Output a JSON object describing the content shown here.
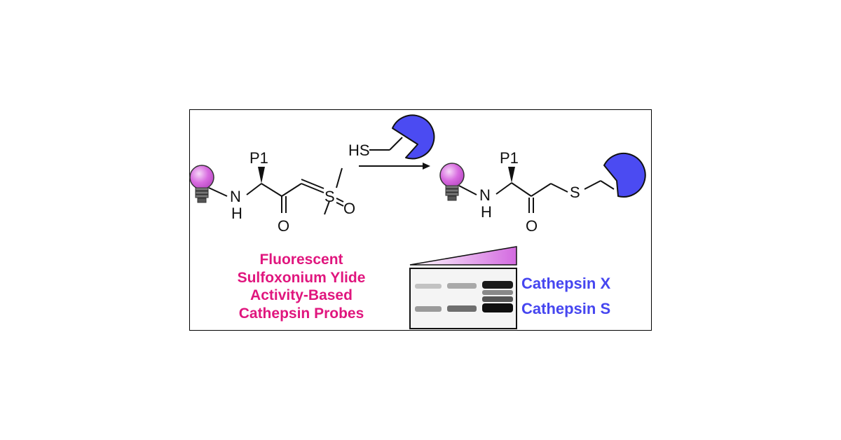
{
  "reactant": {
    "r_group": "P1",
    "amine_n": "N",
    "amine_h": "H",
    "carbonyl_o": "O",
    "sulfur": "S",
    "sulfoxide_o": "O"
  },
  "reagent": {
    "thiol": "HS"
  },
  "product": {
    "r_group": "P1",
    "amine_n": "N",
    "amine_h": "H",
    "carbonyl_o": "O",
    "thioether_s": "S"
  },
  "caption": {
    "line1": "Fluorescent",
    "line2": "Sulfoxonium Ylide",
    "line3": "Activity-Based",
    "line4": "Cathepsin Probes"
  },
  "gel": {
    "band_labels": [
      "Cathepsin X",
      "Cathepsin S"
    ]
  },
  "colors": {
    "caption": "#e0167e",
    "enzyme_labels": "#4646f0",
    "enzyme_fill": "#4b4bf2",
    "fluorophore_fill": "#d86be0"
  },
  "icons": [
    "fluorophore-bulb-icon",
    "enzyme-pacman-icon",
    "concentration-wedge-icon"
  ]
}
